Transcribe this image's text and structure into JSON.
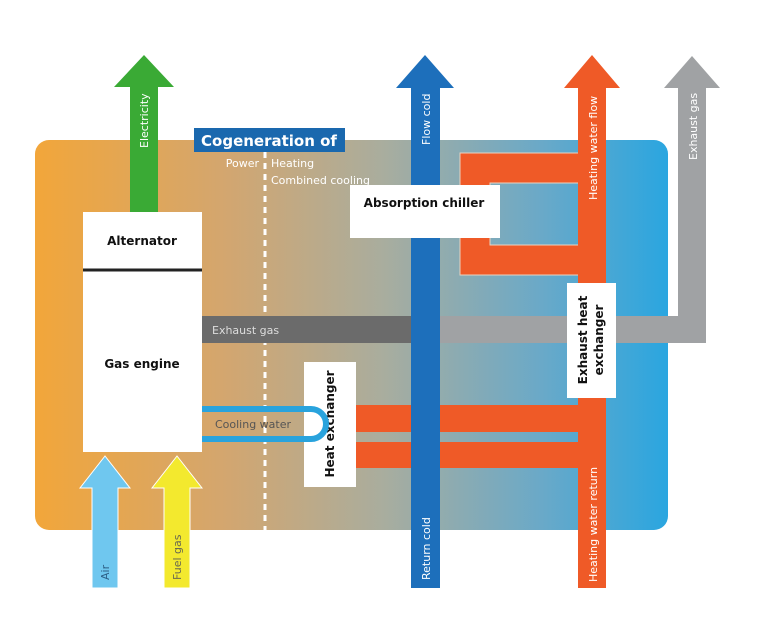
{
  "banner": {
    "title": "Cogeneration of",
    "power": "Power",
    "heating": "Heating",
    "combined_cooling": "Combined cooling"
  },
  "components": {
    "alternator": "Alternator",
    "gas_engine": "Gas engine",
    "absorption_chiller": "Absorption chiller",
    "heat_exchanger": "Heat exchanger",
    "exhaust_heat_exchanger_line1": "Exhaust heat",
    "exhaust_heat_exchanger_line2": "exchanger"
  },
  "flows": {
    "electricity": "Electricity",
    "flow_cold": "Flow cold",
    "return_cold": "Return cold",
    "heating_water_flow": "Heating water flow",
    "heating_water_return": "Heating water return",
    "exhaust_gas_out": "Exhaust gas",
    "exhaust_gas_inner": "Exhaust gas",
    "cooling_water": "Cooling water",
    "air": "Air",
    "fuel_gas": "Fuel gas"
  },
  "colors": {
    "electricity": "#3aaa35",
    "cold": "#1d6fbb",
    "heating": "#ef5a27",
    "exhaust": "#a0a2a4",
    "exhaust_dark": "#6b6b6b",
    "air": "#6fc7ef",
    "fuel": "#f3e92e",
    "banner": "#1a68ae",
    "cooling_ring": "#29a3dd"
  }
}
